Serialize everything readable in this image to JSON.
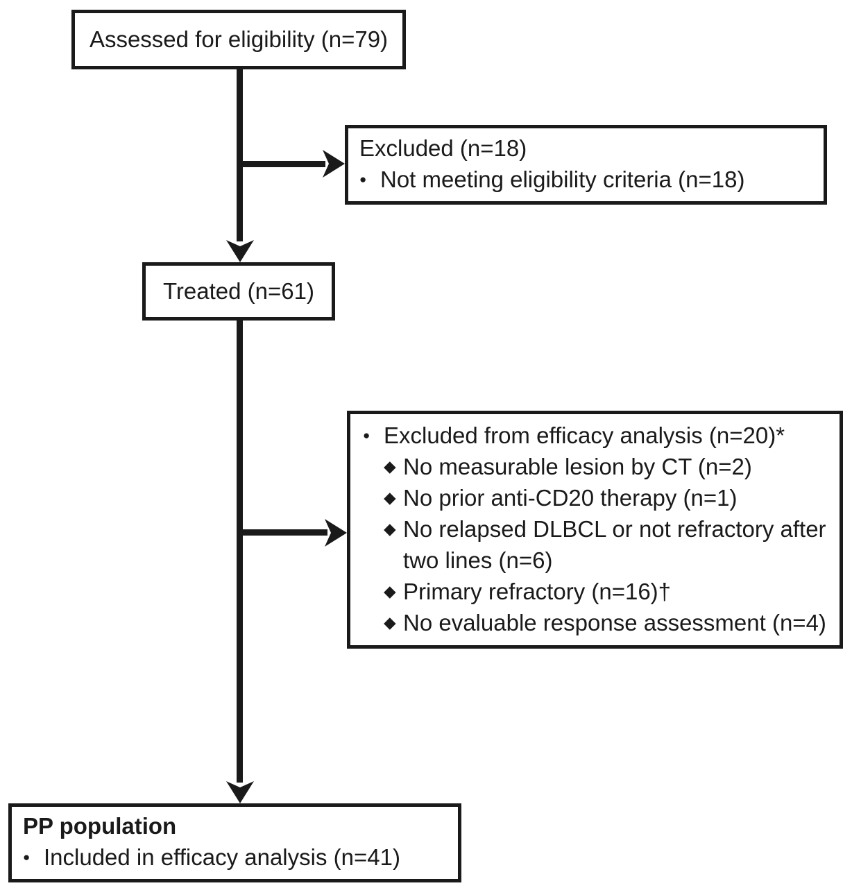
{
  "colors": {
    "ink": "#1a1a1a",
    "background": "#ffffff"
  },
  "bullets": {
    "dot": "●",
    "diamond": "◆"
  },
  "nodes": {
    "assessed": {
      "label": "Assessed for eligibility (n=79)"
    },
    "excluded": {
      "title": "Excluded (n=18)",
      "items": [
        "Not meeting eligibility criteria (n=18)"
      ]
    },
    "treated": {
      "label": "Treated (n=61)"
    },
    "efficacy_excluded": {
      "title": "Excluded from efficacy analysis (n=20)*",
      "items": [
        "No measurable lesion by CT (n=2)",
        "No prior anti-CD20 therapy (n=1)",
        "No relapsed DLBCL or not refractory after two lines (n=6)",
        "Primary refractory (n=16)†",
        "No evaluable response assessment (n=4)"
      ]
    },
    "pp": {
      "title": "PP population",
      "items": [
        "Included in efficacy analysis (n=41)"
      ]
    }
  }
}
